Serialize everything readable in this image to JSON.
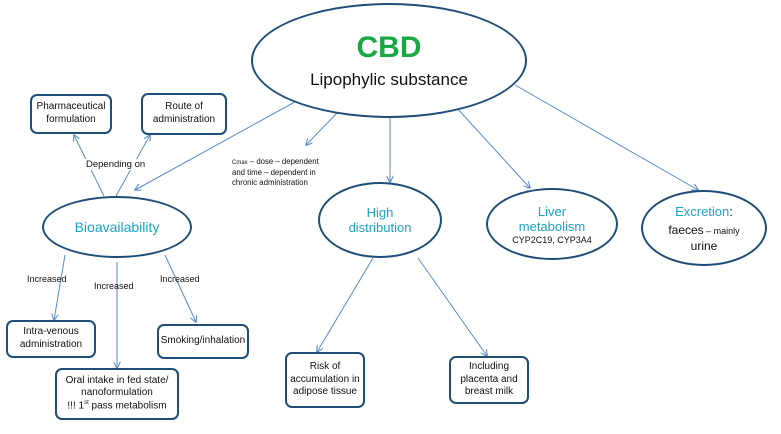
{
  "colors": {
    "cbd_green": "#1aa845",
    "accent_teal": "#1ba3c6",
    "outline": "#1f4e79",
    "arrow": "#5b8ac6"
  },
  "root": {
    "title": "CBD",
    "subtitle": "Lipophylic substance"
  },
  "bioavailability": {
    "title": "Bioavailability"
  },
  "depending_on": "Depending on",
  "pharma_formulation": {
    "line1": "Pharmaceutical",
    "line2": "formulation"
  },
  "route": {
    "line1": "Route of",
    "line2": "administration"
  },
  "cmax_note": {
    "cmax": "Cmax",
    "line1_rest": " – dose – dependent",
    "line2": "and time – dependent in",
    "line3": "chronic administration"
  },
  "high_distribution": {
    "line1": "High",
    "line2": "distribution"
  },
  "liver": {
    "line1": "Liver",
    "line2": "metabolism",
    "enzymes": "CYP2C19, CYP3A4"
  },
  "excretion": {
    "title": "Excretion",
    "colon": ":",
    "faeces": "faeces",
    "mainly": " – mainly",
    "urine": "urine"
  },
  "increased_labels": [
    "Increased",
    "Increased",
    "Increased"
  ],
  "intravenous": {
    "line1": "Intra-venous",
    "line2": "administration"
  },
  "oral": {
    "line1": "Oral intake in fed state/",
    "line2": "nanoformulation",
    "line3_pre": "!!! 1",
    "line3_sup": "st",
    "line3_post": " pass metabolism"
  },
  "smoking": {
    "label": "Smoking/inhalation"
  },
  "adipose": {
    "line1": "Risk of",
    "line2": "accumulation in",
    "line3": "adipose tissue"
  },
  "placenta": {
    "line1": "Including",
    "line2": "placenta and",
    "line3": "breast milk"
  }
}
